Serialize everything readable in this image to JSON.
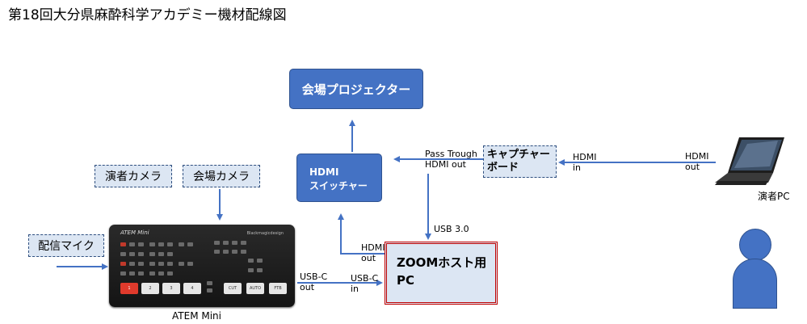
{
  "title": "第18回大分県麻酔科学アカデミー機材配線図",
  "nodes": {
    "projector": "会場プロジェクター",
    "hdmi_switcher_line1": "HDMI",
    "hdmi_switcher_line2": "スイッチャー",
    "capture_board_line1": "キャプチャー",
    "capture_board_line2": "ボード",
    "performer_camera": "演者カメラ",
    "venue_camera": "会場カメラ",
    "mic": "配信マイク",
    "zoom_host_line1": "ZOOMホスト用",
    "zoom_host_line2": "PC",
    "performer_pc": "演者PC",
    "atem": "ATEM Mini"
  },
  "connections": {
    "pass_through_line1": "Pass Trough",
    "pass_through_line2": "HDMI out",
    "hdmi_in_1": "HDMI",
    "hdmi_in_2": "in",
    "hdmi_out_pc_1": "HDMI",
    "hdmi_out_pc_2": "out",
    "usb3": "USB 3.0",
    "hdmi_out_zoom_1": "HDMI",
    "hdmi_out_zoom_2": "out",
    "usbc_out_1": "USB-C",
    "usbc_out_2": "out",
    "usbc_in_1": "USB-C",
    "usbc_in_2": "in"
  },
  "atem_device": {
    "brand": "ATEM Mini",
    "maker": "Blackmagicdesign",
    "buttons": [
      "1",
      "2",
      "3",
      "4",
      "CUT",
      "AUTO",
      "FTB"
    ]
  },
  "colors": {
    "box_fill": "#4472c4",
    "dashed_fill": "#dce6f3",
    "arrow": "#4472c4",
    "zoom_border": "#c00000"
  }
}
